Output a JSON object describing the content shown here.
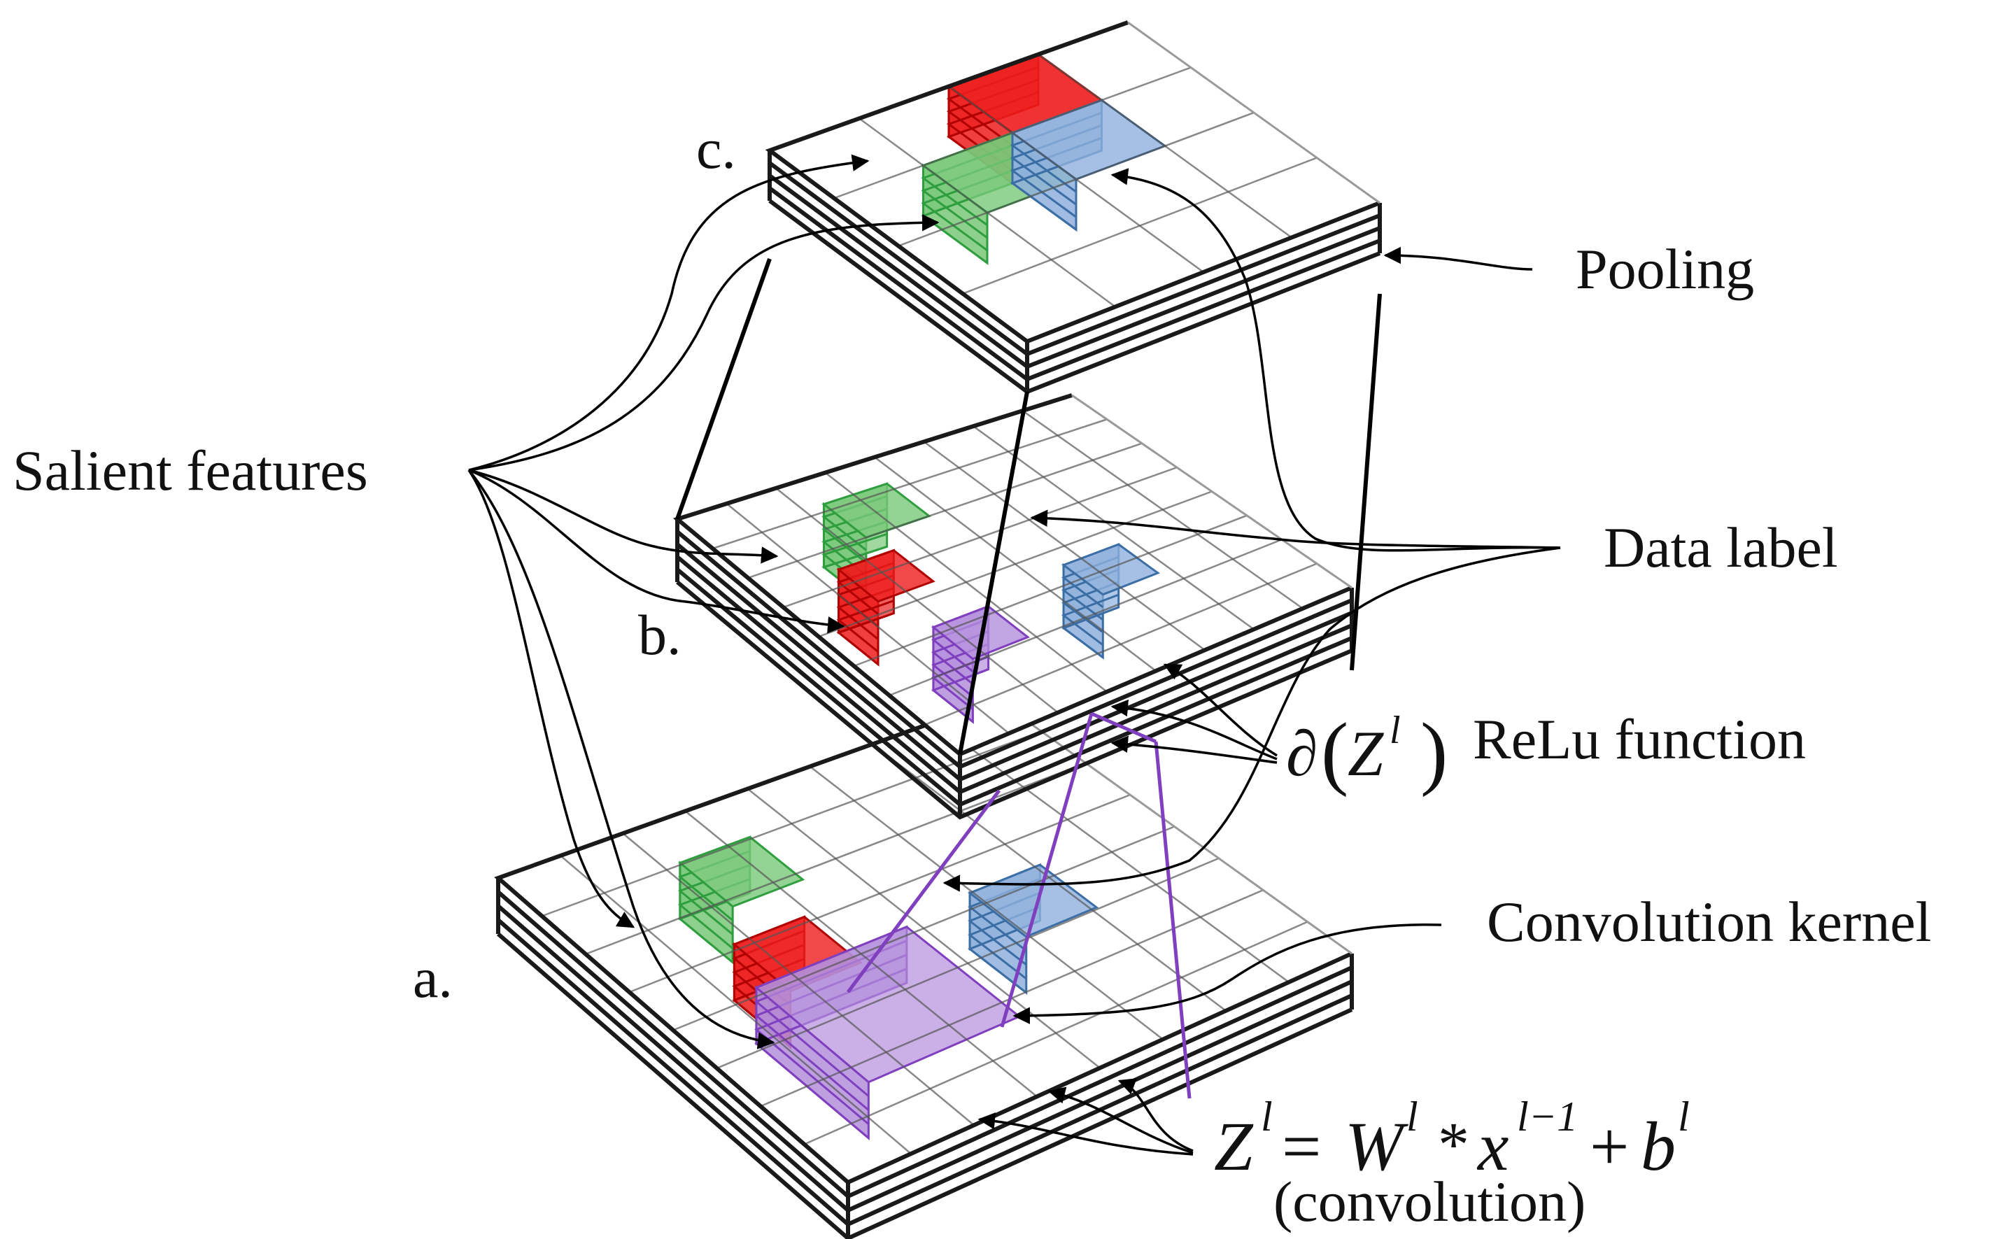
{
  "layers": {
    "a": {
      "label": "a."
    },
    "b": {
      "label": "b."
    },
    "c": {
      "label": "c."
    }
  },
  "annotations": {
    "salient_features": "Salient features",
    "pooling": "Pooling",
    "data_label": "Data label",
    "relu": {
      "partial": "∂",
      "var": "Z",
      "sup": "l",
      "text": "ReLu function"
    },
    "convolution_kernel": "Convolution kernel",
    "equation": {
      "lhs": "Z",
      "lhs_sup": "l",
      "eq": "=",
      "w": "W",
      "w_sup": "l",
      "star": "*",
      "x": "x",
      "x_sup": "l−1",
      "plus": "+",
      "b": "b",
      "b_sup": "l",
      "caption": "(convolution)"
    }
  },
  "colors": {
    "red": "#ee1c1c",
    "green": "#78c878",
    "blue": "#8fb0dd",
    "purple": "#9b6fc8",
    "purple_line": "#7f3fbf",
    "grid": "#1a1a1a"
  }
}
